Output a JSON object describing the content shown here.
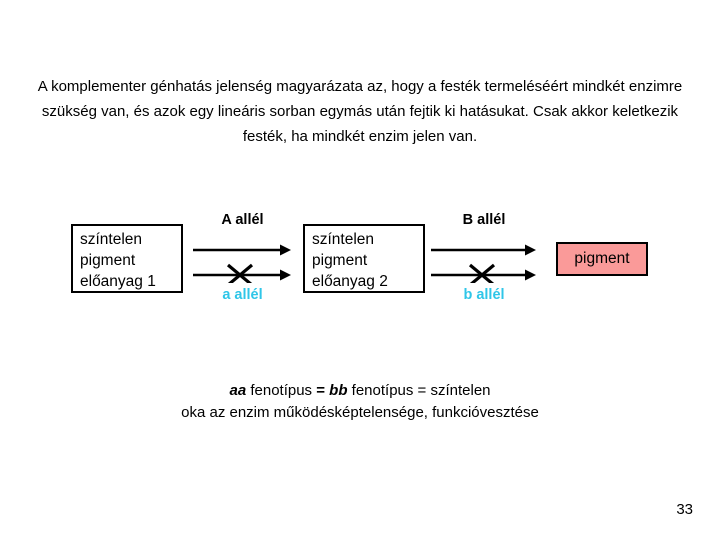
{
  "slide": {
    "intro_text": "A komplementer génhatás jelenség magyarázata az, hogy a festék termeléséért mindkét enzimre szükség van, és azok egy lineáris sorban egymás után fejtik ki hatásukat. Csak akkor keletkezik festék, ha mindkét enzim jelen van.",
    "page_number": "33"
  },
  "diagram": {
    "substrate_1": "színtelen pigment előanyag 1",
    "substrate_2": "színtelen pigment előanyag 2",
    "product": "pigment",
    "step_a": {
      "functional_allele": "A allél",
      "nonfunctional_allele": "a allél"
    },
    "step_b": {
      "functional_allele": "B allél",
      "nonfunctional_allele": "b allél"
    },
    "colors": {
      "product_fill": "#fa9a99",
      "nonfunctional_allele_text": "#2fc6e8",
      "line": "#000000"
    }
  },
  "conclusion": {
    "line1_part1": "aa",
    "line1_part2": " fenotípus ",
    "line1_part3": "=",
    "line1_part4": " ",
    "line1_part5": "bb",
    "line1_part6": " fenotípus = színtelen",
    "line2": "oka az enzim működésképtelensége, funkcióvesztése"
  }
}
